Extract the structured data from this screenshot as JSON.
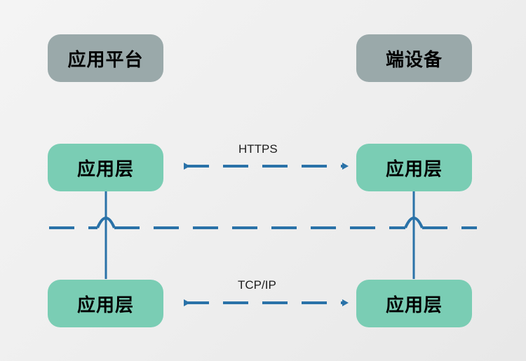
{
  "diagram": {
    "title": "",
    "colors": {
      "background_start": "#f4f4f4",
      "background_end": "#e8e8e8",
      "header_box": "#9aa9aa",
      "layer_box": "#7acdb4",
      "connector": "#2a72a8",
      "text": "#000000"
    },
    "columns": [
      {
        "key": "platform",
        "header": {
          "label": "应用平台"
        },
        "layers": [
          {
            "label": "应用层"
          },
          {
            "label": "应用层"
          }
        ]
      },
      {
        "key": "device",
        "header": {
          "label": "端设备"
        },
        "layers": [
          {
            "label": "应用层"
          },
          {
            "label": "应用层"
          }
        ]
      }
    ],
    "connections": [
      {
        "key": "https",
        "label": "HTTPS",
        "style": "dashed",
        "arrows": "both"
      },
      {
        "key": "tcpip",
        "label": "TCP/IP",
        "style": "dashed",
        "arrows": "both"
      }
    ],
    "boundary": {
      "key": "network-boundary",
      "style": "dashed",
      "hops": 2
    }
  }
}
